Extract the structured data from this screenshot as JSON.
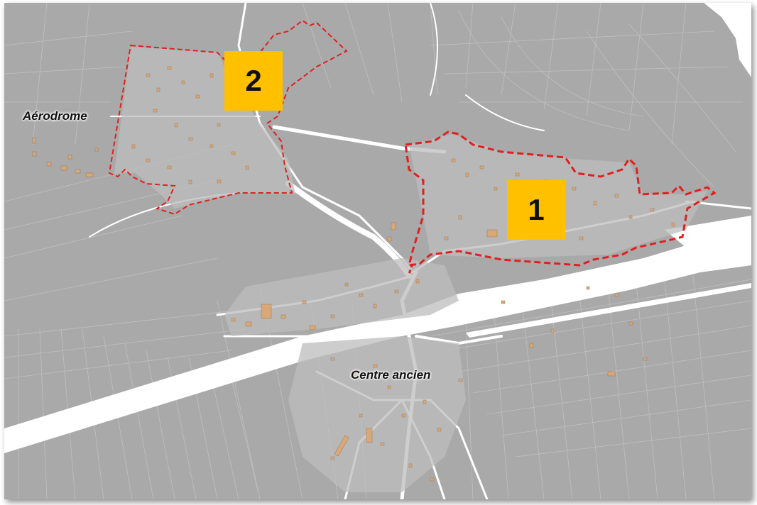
{
  "map": {
    "labels": {
      "aerodrome": "Aérodrome",
      "centre_ancien": "Centre ancien"
    },
    "zones": [
      {
        "id": "1",
        "label": "1"
      },
      {
        "id": "2",
        "label": "2"
      }
    ],
    "colors": {
      "background": "#a9a9a9",
      "roads": "#ffffff",
      "parcels": "#c8c8c8",
      "buildings": "#d8a878",
      "zone_boundary": "#e02020",
      "zone_badge": "#ffc000"
    }
  }
}
